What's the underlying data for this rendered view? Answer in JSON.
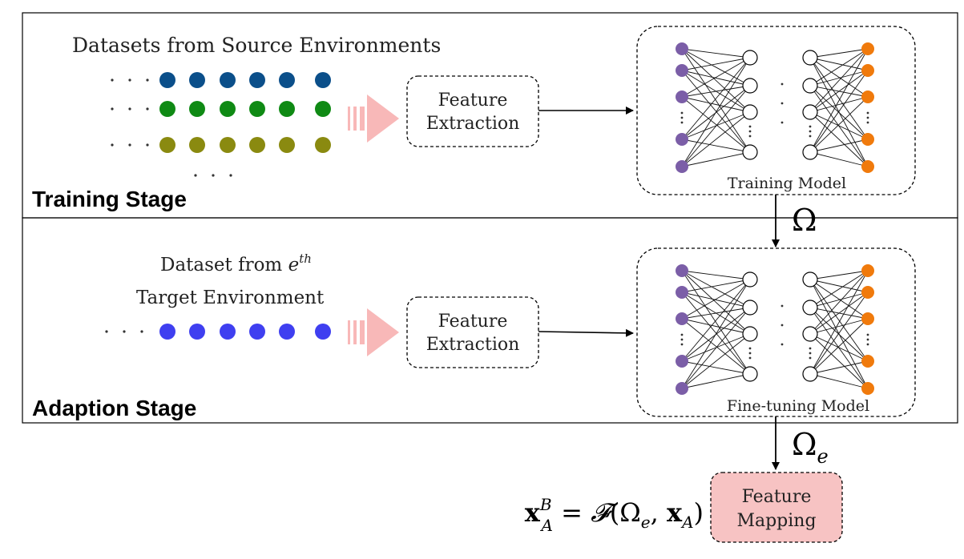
{
  "training": {
    "stage_label": "Training Stage",
    "dataset_title": "Datasets from Source Environments",
    "dot_rows": [
      {
        "color": "#0b4f8a"
      },
      {
        "color": "#0f8a14"
      },
      {
        "color": "#8a8a10"
      }
    ],
    "feature_box": [
      "Feature",
      "Extraction"
    ],
    "model_label": "Training Model"
  },
  "adaption": {
    "stage_label": "Adaption Stage",
    "dataset_title_line1_prefix": "Dataset from ",
    "dataset_title_line1_var": "e",
    "dataset_title_line1_sup": "th",
    "dataset_title_line2": "Target Environment",
    "dot_row_color": "#3f3ff0",
    "feature_box": [
      "Feature",
      "Extraction"
    ],
    "model_label": "Fine-tuning Model"
  },
  "omega": "Ω",
  "omega_e": {
    "base": "Ω",
    "sub": "e"
  },
  "feature_mapping": [
    "Feature",
    "Mapping"
  ],
  "equation": {
    "lhs_bold": "x",
    "lhs_sup": "B",
    "lhs_sub": "A",
    "eq": "=",
    "func": "𝓕",
    "open": "(",
    "omega": "Ω",
    "omega_sub": "e",
    "comma": ", ",
    "x_bold": "x",
    "x_sub": "A",
    "close": ")"
  },
  "colors": {
    "input_node": "#7b5ea7",
    "output_node": "#f07a0c",
    "arrow_fill": "#f8b8b8",
    "mapping_fill": "#f7c3c3"
  }
}
